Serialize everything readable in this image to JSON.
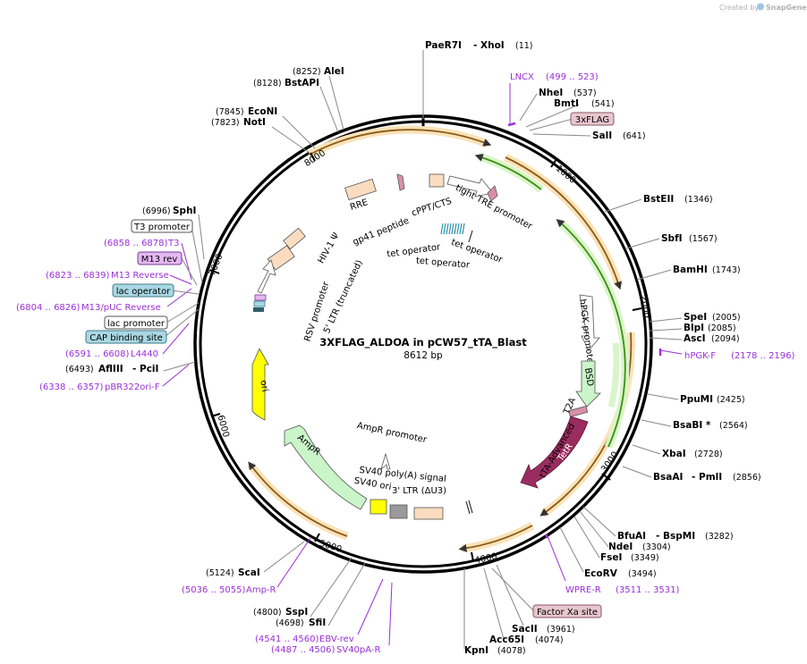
{
  "credit": {
    "prefix": "Created by",
    "brand": "SnapGene"
  },
  "plasmid": {
    "name": "3XFLAG_ALDOA in pCW57_tTA_Blast",
    "size_label": "8612 bp"
  },
  "ticks": [
    "1000",
    "2000",
    "3000",
    "4000",
    "5000",
    "6000",
    "7000",
    "8000"
  ],
  "sites_top": {
    "name": "PaeR7I",
    "sep": "- XhoI",
    "pos": "(11)"
  },
  "sites_right": [
    {
      "name": "NheI",
      "pos": "(537)"
    },
    {
      "name": "BmtI",
      "pos": "(541)"
    },
    {
      "name": "SalI",
      "pos": "(641)"
    },
    {
      "name": "BstEII",
      "pos": "(1346)"
    },
    {
      "name": "SbfI",
      "pos": "(1567)"
    },
    {
      "name": "BamHI",
      "pos": "(1743)"
    },
    {
      "name": "SpeI",
      "pos": "(2005)"
    },
    {
      "name": "BlpI",
      "pos": "(2085)"
    },
    {
      "name": "AscI",
      "pos": "(2094)"
    },
    {
      "name": "PpuMI",
      "pos": "(2425)"
    },
    {
      "name": "BsaBI *",
      "pos": "(2564)"
    },
    {
      "name": "XbaI",
      "pos": "(2728)"
    },
    {
      "name": "BsaAI",
      "sep": "- PmlI",
      "pos": "(2856)"
    },
    {
      "name": "BfuAI",
      "sep": "- BspMI",
      "pos": "(3282)"
    },
    {
      "name": "NdeI",
      "pos": "(3304)"
    },
    {
      "name": "FseI",
      "pos": "(3349)"
    },
    {
      "name": "EcoRV",
      "pos": "(3494)"
    },
    {
      "name": "SacII",
      "pos": "(3961)"
    },
    {
      "name": "Acc65I",
      "pos": "(4074)"
    },
    {
      "name": "KpnI",
      "pos": "(4078)"
    }
  ],
  "sites_left": [
    {
      "name": "AleI",
      "pos": "(8252)"
    },
    {
      "name": "BstAPI",
      "pos": "(8128)"
    },
    {
      "name": "EcoNI",
      "pos": "(7845)"
    },
    {
      "name": "NotI",
      "pos": "(7823)"
    },
    {
      "name": "SphI",
      "pos": "(6996)"
    },
    {
      "name": "AflIII",
      "sep": "- PciI",
      "pos": "(6493)"
    },
    {
      "name": "ScaI",
      "pos": "(5124)"
    },
    {
      "name": "SspI",
      "pos": "(4800)"
    },
    {
      "name": "SfiI",
      "pos": "(4698)"
    }
  ],
  "primers": [
    {
      "name": "LNCX",
      "range": "(499 .. 523)"
    },
    {
      "name": "hPGK-F",
      "range": "(2178 .. 2196)"
    },
    {
      "name": "WPRE-R",
      "range": "(3511 .. 3531)"
    },
    {
      "name": "T3",
      "range": "(6858 .. 6878)"
    },
    {
      "name": "M13 Reverse",
      "range": "(6823 .. 6839)"
    },
    {
      "name": "M13/pUC Reverse",
      "range": "(6804 .. 6826)"
    },
    {
      "name": "L4440",
      "range": "(6591 .. 6608)"
    },
    {
      "name": "pBR322ori-F",
      "range": "(6338 .. 6357)"
    },
    {
      "name": "Amp-R",
      "range": "(5036 .. 5055)"
    },
    {
      "name": "EBV-rev",
      "range": "(4541 .. 4560)"
    },
    {
      "name": "SV40pA-R",
      "range": "(4487 .. 4506)"
    }
  ],
  "badges": [
    {
      "text": "3xFLAG",
      "fill": "#e8c6cf",
      "stroke": "#8a5a66"
    },
    {
      "text": "Factor Xa site",
      "fill": "#e8c6cf",
      "stroke": "#8a5a66"
    },
    {
      "text": "T3 promoter",
      "fill": "#ffffff",
      "stroke": "#555555"
    },
    {
      "text": "M13 rev",
      "fill": "#e3b8f2",
      "stroke": "#7a3b93"
    },
    {
      "text": "lac operator",
      "fill": "#a9d8e4",
      "stroke": "#3f7b88"
    },
    {
      "text": "lac promoter",
      "fill": "#ffffff",
      "stroke": "#555555"
    },
    {
      "text": "CAP binding site",
      "fill": "#a9d8e4",
      "stroke": "#3f7b88"
    }
  ],
  "features": [
    {
      "label": "RRE"
    },
    {
      "label": "gp41 peptide"
    },
    {
      "label": "cPPT/CTS"
    },
    {
      "label": "tight TRE promoter"
    },
    {
      "label": "tet operator"
    },
    {
      "label": "tet operator"
    },
    {
      "label": "tet operator"
    },
    {
      "label": "HIV-1 Ψ"
    },
    {
      "label": "RSV promoter"
    },
    {
      "label": "5' LTR (truncated)"
    },
    {
      "label": "hPGK promoter"
    },
    {
      "label": "BSD"
    },
    {
      "label": "T2A"
    },
    {
      "label": "tTA-Advanced"
    },
    {
      "label": "TetR"
    },
    {
      "label": "ori"
    },
    {
      "label": "AmpR"
    },
    {
      "label": "AmpR promoter"
    },
    {
      "label": "SV40 poly(A) signal"
    },
    {
      "label": "SV40 ori"
    },
    {
      "label": "3' LTR (ΔU3)"
    }
  ],
  "colors": {
    "backbone": "#000000",
    "orf_arc": "#e8a84a",
    "green_arc": "#4caf1a",
    "tTA": "#9b2c5f",
    "bsd": "#c9f5c9",
    "ori": "#ffff00",
    "ampR": "#c9f5c9",
    "ltr": "#fbdcbf",
    "primer": "#9a2fd6"
  }
}
